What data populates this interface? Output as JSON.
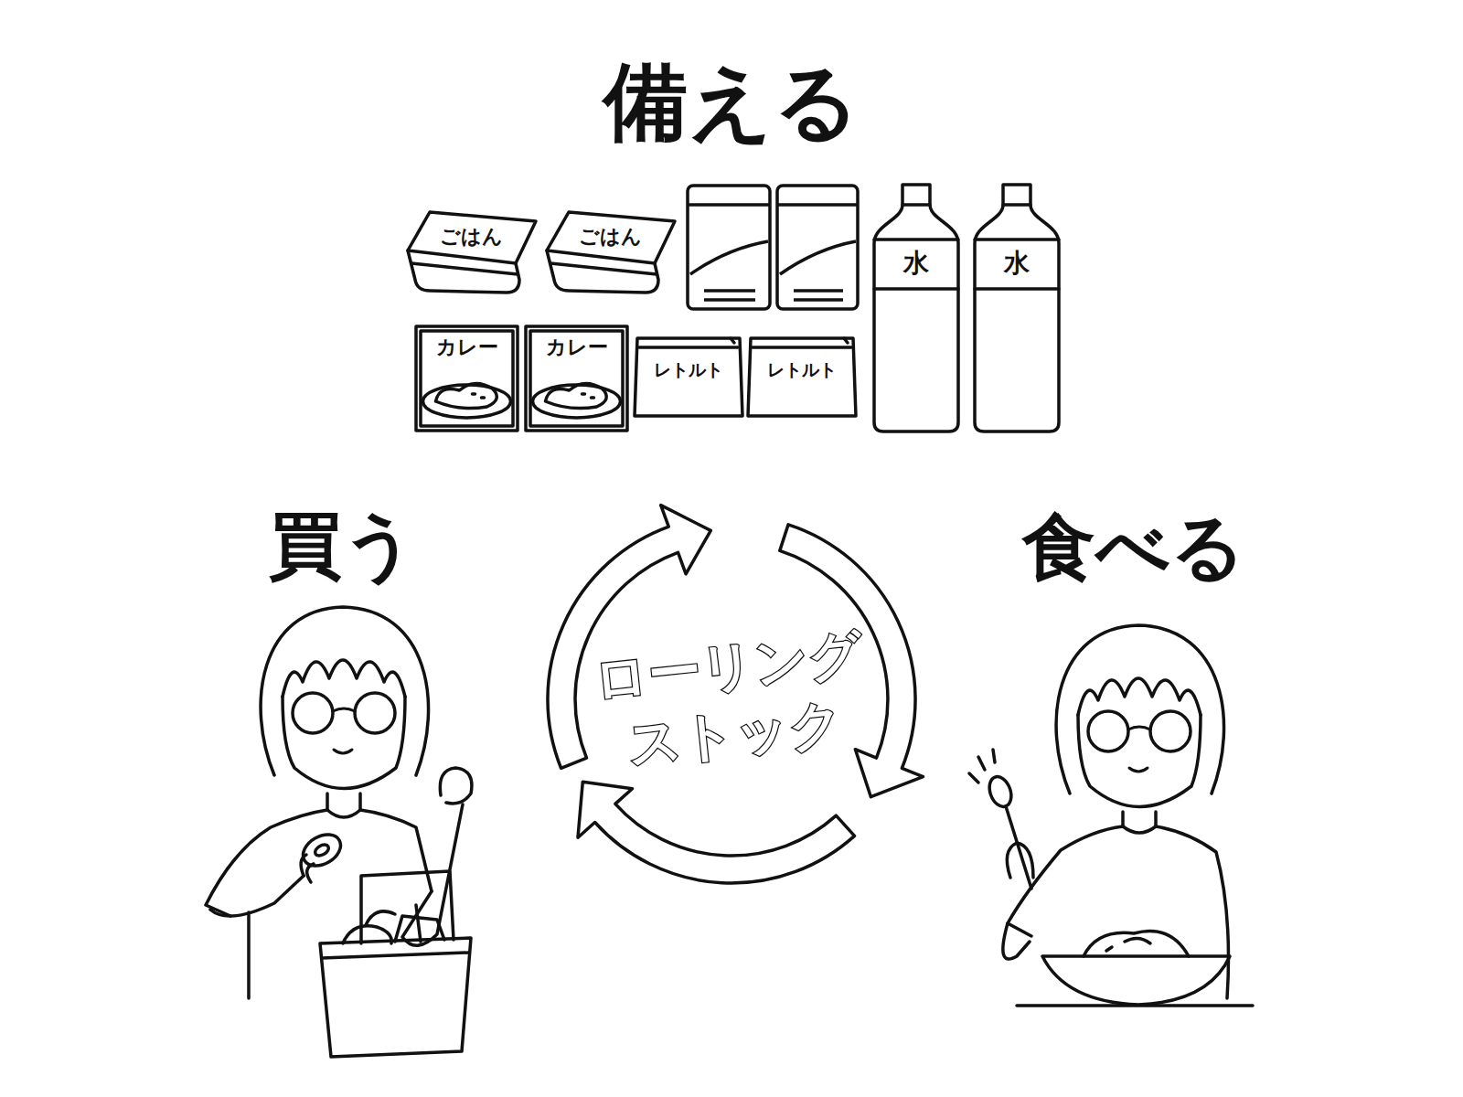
{
  "diagram": {
    "nodes": [
      {
        "text": [
          "ごはん"
        ]
      },
      {
        "text": [
          "ごはん"
        ]
      },
      {
        "text": [
          "水"
        ]
      },
      {
        "text": [
          "水"
        ]
      },
      {
        "text": [
          "カレー"
        ]
      },
      {
        "text": [
          "カレー"
        ]
      },
      {
        "text": [
          "レトルト"
        ]
      },
      {
        "text": [
          "レトルト"
        ]
      }
    ],
    "labels": [
      "備える",
      "買う",
      "食べる",
      "ローリング ストック"
    ]
  }
}
